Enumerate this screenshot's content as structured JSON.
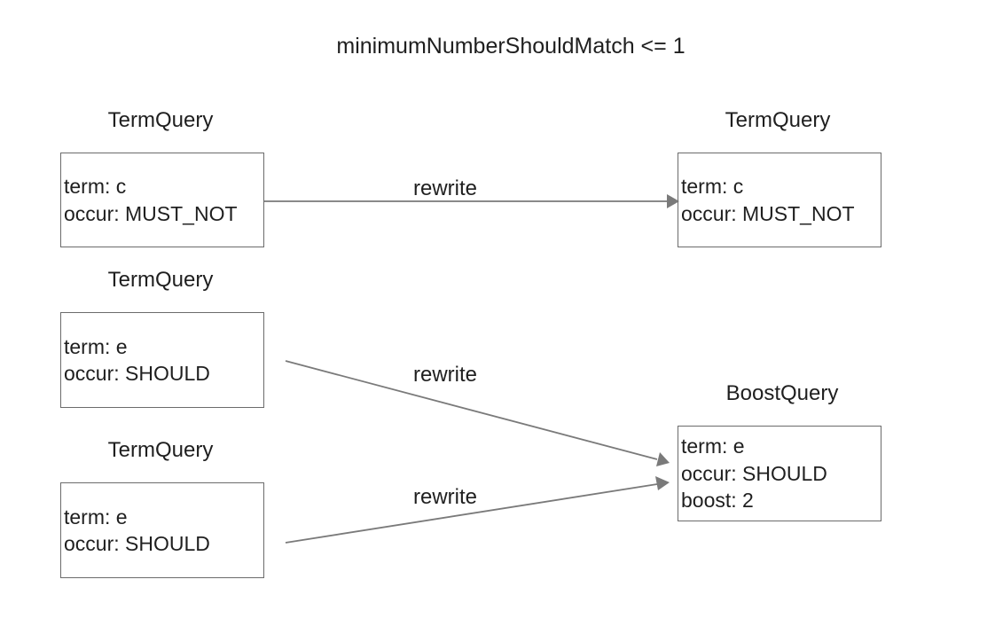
{
  "title": "minimumNumberShouldMatch <= 1",
  "nodes": {
    "must_not_left": {
      "heading": "TermQuery",
      "lines": [
        "term: c",
        "occur: MUST_NOT"
      ]
    },
    "should_left_1": {
      "heading": "TermQuery",
      "lines": [
        "term: e",
        "occur: SHOULD"
      ]
    },
    "should_left_2": {
      "heading": "TermQuery",
      "lines": [
        "term: e",
        "occur: SHOULD"
      ]
    },
    "must_not_right": {
      "heading": "TermQuery",
      "lines": [
        "term: c",
        "occur: MUST_NOT"
      ]
    },
    "boost_right": {
      "heading": "BoostQuery",
      "lines": [
        "term: e",
        "occur: SHOULD",
        "boost: 2"
      ]
    }
  },
  "edges": [
    {
      "label": "rewrite"
    },
    {
      "label": "rewrite"
    },
    {
      "label": "rewrite"
    }
  ],
  "colors": {
    "border": "#6b6b6b",
    "arrow": "#7a7a7a",
    "text": "#1f1f1f"
  }
}
